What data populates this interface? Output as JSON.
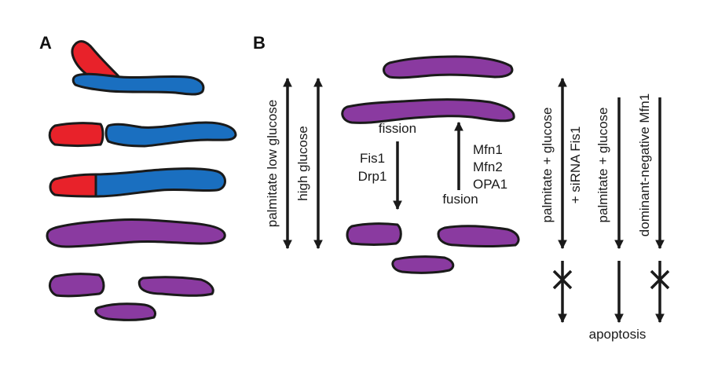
{
  "colors": {
    "red": "#e8222a",
    "blue": "#1a6fc0",
    "purple": "#8a3aa0",
    "outline": "#1a1a1a",
    "background": "#ffffff"
  },
  "panel_a": {
    "label": "A"
  },
  "panel_b": {
    "label": "B",
    "vertical_labels": {
      "palmitate_low_glucose": "palmitate low glucose",
      "high_glucose": "high glucose",
      "palmitate_glucose_sirna_line1": "palmitate + glucose",
      "palmitate_glucose_sirna_line2": "+ siRNA Fis1",
      "palmitate_glucose": "palmitate + glucose",
      "dominant_negative": "dominant-negative Mfn1"
    },
    "fission": {
      "title": "fission",
      "factor1": "Fis1",
      "factor2": "Drp1"
    },
    "fusion": {
      "title": "fusion",
      "factor1": "Mfn1",
      "factor2": "Mfn2",
      "factor3": "OPA1"
    },
    "outcome": "apoptosis"
  }
}
